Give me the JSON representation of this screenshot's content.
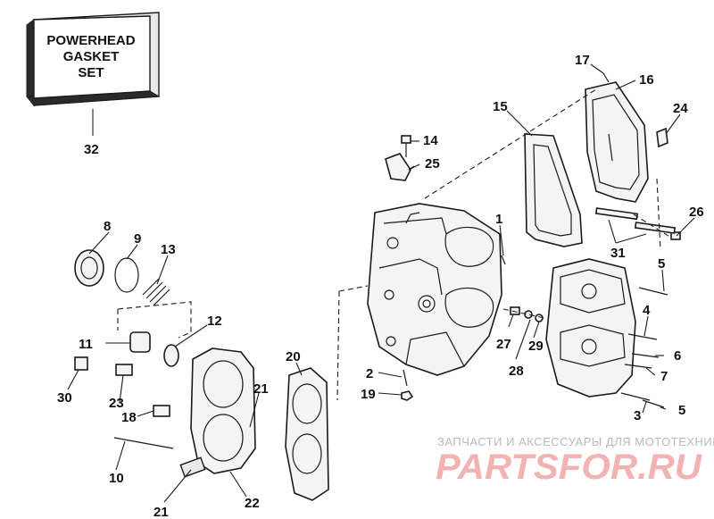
{
  "box": {
    "line1": "POWERHEAD",
    "line2": "GASKET",
    "line3": "SET"
  },
  "labels": [
    {
      "id": "1",
      "text": "1"
    },
    {
      "id": "2",
      "text": "2"
    },
    {
      "id": "3",
      "text": "3"
    },
    {
      "id": "4",
      "text": "4"
    },
    {
      "id": "5a",
      "text": "5"
    },
    {
      "id": "5b",
      "text": "5"
    },
    {
      "id": "6",
      "text": "6"
    },
    {
      "id": "7",
      "text": "7"
    },
    {
      "id": "8",
      "text": "8"
    },
    {
      "id": "9",
      "text": "9"
    },
    {
      "id": "10",
      "text": "10"
    },
    {
      "id": "11",
      "text": "11"
    },
    {
      "id": "12",
      "text": "12"
    },
    {
      "id": "13",
      "text": "13"
    },
    {
      "id": "14",
      "text": "14"
    },
    {
      "id": "15",
      "text": "15"
    },
    {
      "id": "16",
      "text": "16"
    },
    {
      "id": "17",
      "text": "17"
    },
    {
      "id": "18",
      "text": "18"
    },
    {
      "id": "19",
      "text": "19"
    },
    {
      "id": "20",
      "text": "20"
    },
    {
      "id": "21a",
      "text": "21"
    },
    {
      "id": "21b",
      "text": "21"
    },
    {
      "id": "22",
      "text": "22"
    },
    {
      "id": "23",
      "text": "23"
    },
    {
      "id": "24",
      "text": "24"
    },
    {
      "id": "25",
      "text": "25"
    },
    {
      "id": "26",
      "text": "26"
    },
    {
      "id": "27",
      "text": "27"
    },
    {
      "id": "28",
      "text": "28"
    },
    {
      "id": "29",
      "text": "29"
    },
    {
      "id": "30",
      "text": "30"
    },
    {
      "id": "31",
      "text": "31"
    },
    {
      "id": "32",
      "text": "32"
    }
  ],
  "watermark": {
    "tagline": "ЗАПЧАСТИ И АКСЕССУАРЫ ДЛЯ МОТОТЕХНИКИ",
    "logo": "PARTSFOR.RU"
  }
}
